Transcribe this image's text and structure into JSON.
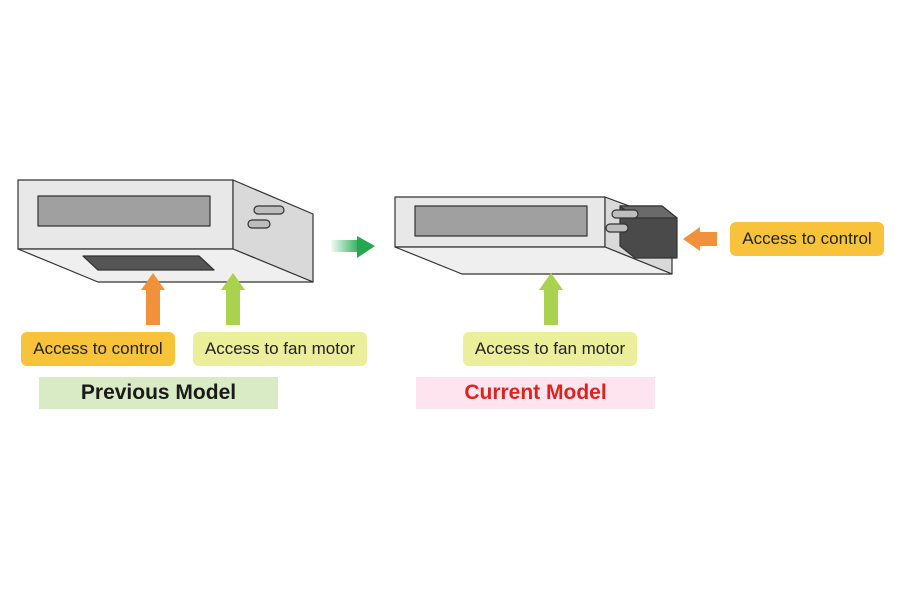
{
  "previous": {
    "title": "Previous Model",
    "title_bg": "#d8ebc4",
    "title_color": "#1a1a1a",
    "control_label": "Access to control",
    "fan_label": "Access to fan motor"
  },
  "current": {
    "title": "Current Model",
    "title_bg": "#fde4ee",
    "title_color": "#e0221f",
    "control_label": "Access to control",
    "fan_label": "Access to fan motor"
  },
  "colors": {
    "control_accent": "#f0913c",
    "fan_accent": "#a9d24e",
    "transition_arrow": "#22a94f",
    "unit_body": "#e8e8e8",
    "unit_panel": "#a0a0a0",
    "control_box": "#4a4a4a"
  }
}
